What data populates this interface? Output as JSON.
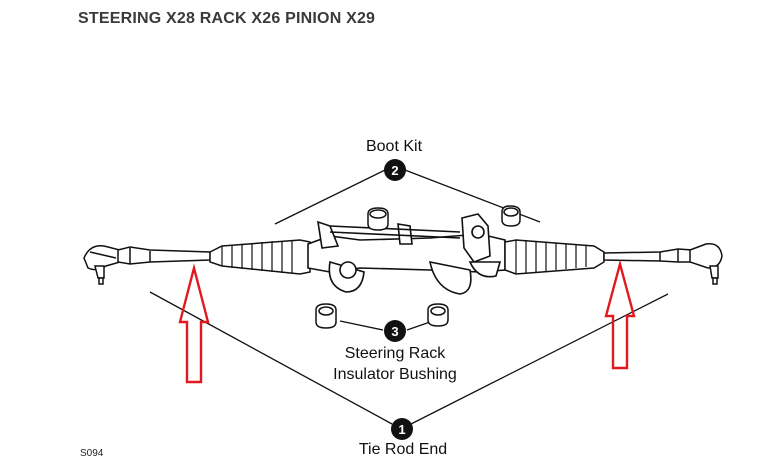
{
  "title": "STEERING X28 RACK X26 PINION X29",
  "callouts": [
    {
      "number": "2",
      "label": "Boot Kit"
    },
    {
      "number": "3",
      "label_line1": "Steering Rack",
      "label_line2": "Insulator Bushing"
    },
    {
      "number": "1",
      "label": "Tie Rod End"
    }
  ],
  "figure_code": "S094",
  "colors": {
    "ink": "#111111",
    "arrow": "#e0191f",
    "title": "#3a3a3a"
  }
}
